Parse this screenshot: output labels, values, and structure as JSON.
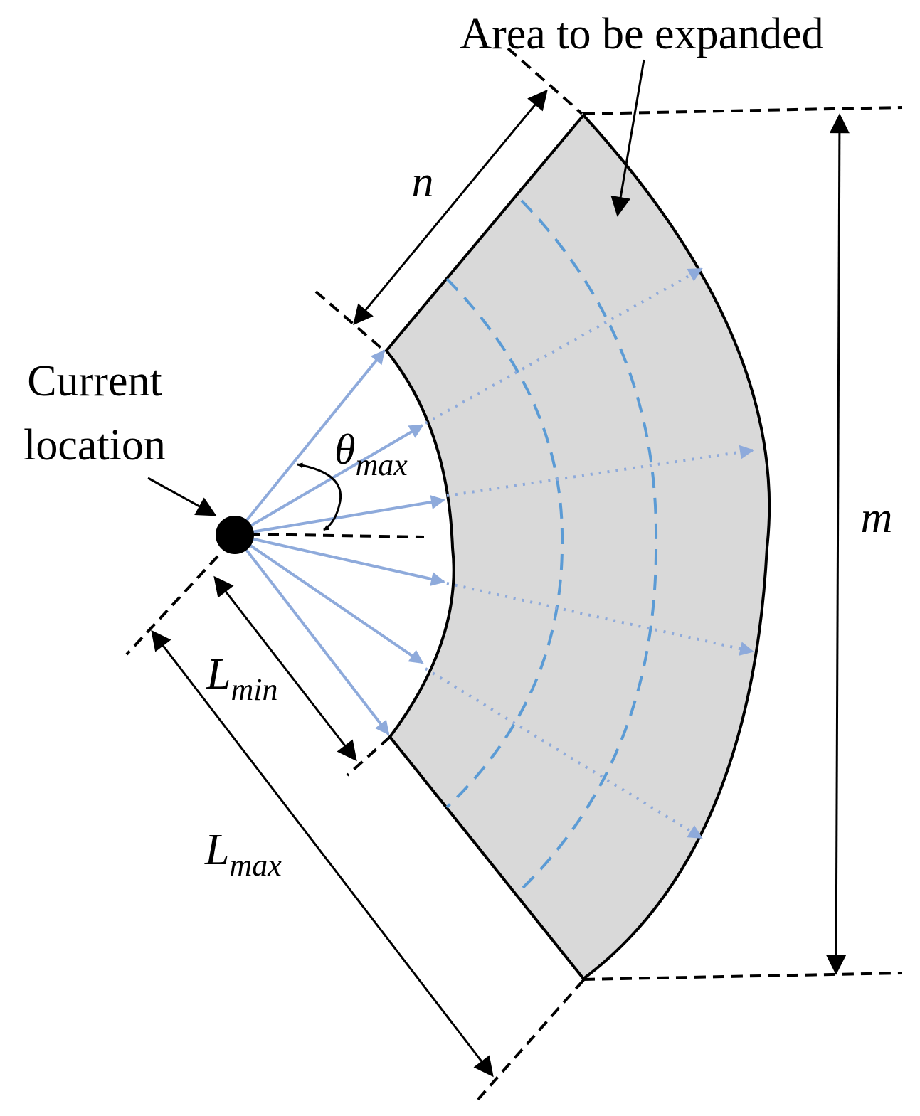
{
  "labels": {
    "area": "Area to be expanded",
    "current_line1": "Current",
    "current_line2": "location",
    "n": "n",
    "m": "m",
    "theta": "θ",
    "theta_sub": "max",
    "lmin": "L",
    "lmin_sub": "min",
    "lmax": "L",
    "lmax_sub": "max"
  },
  "colors": {
    "region_fill": "#d9d9d9",
    "ray": "#8eaadb",
    "dashed_arc": "#5b9bd5",
    "line": "#000000"
  }
}
